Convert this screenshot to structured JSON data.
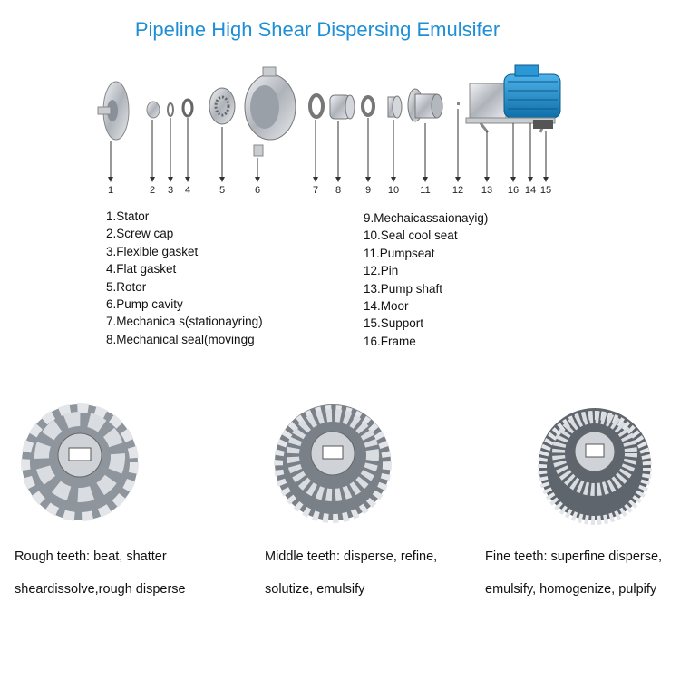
{
  "title": "Pipeline High Shear Dispersing Emulsifer",
  "part_numbers": [
    "1",
    "2",
    "3",
    "4",
    "5",
    "6",
    "7",
    "8",
    "9",
    "10",
    "11",
    "12",
    "13",
    "16",
    "14",
    "15"
  ],
  "parts_left": [
    "1.Stator",
    "2.Screw cap",
    "3.Flexible gasket",
    "4.Flat gasket",
    "5.Rotor",
    "6.Pump cavity",
    "7.Mechanica s(stationayring)",
    "8.Mechanical seal(movingg"
  ],
  "parts_right": [
    "9.Mechaicassaionayig)",
    "10.Seal cool seat",
    "11.Pumpseat",
    "12.Pin",
    "13.Pump shaft",
    "14.Moor",
    "15.Support",
    "16.Frame"
  ],
  "teeth": [
    {
      "line1": "Rough teeth: beat, shatter",
      "line2": "sheardissolve,rough disperse"
    },
    {
      "line1": "Middle teeth: disperse, refine,",
      "line2": "solutize, emulsify"
    },
    {
      "line1": "Fine teeth: superfine disperse,",
      "line2": "emulsify, homogenize, pulpify"
    }
  ],
  "colors": {
    "title": "#1e8fd6",
    "motor": "#1a88c9",
    "metal": "#b8bcc2"
  }
}
